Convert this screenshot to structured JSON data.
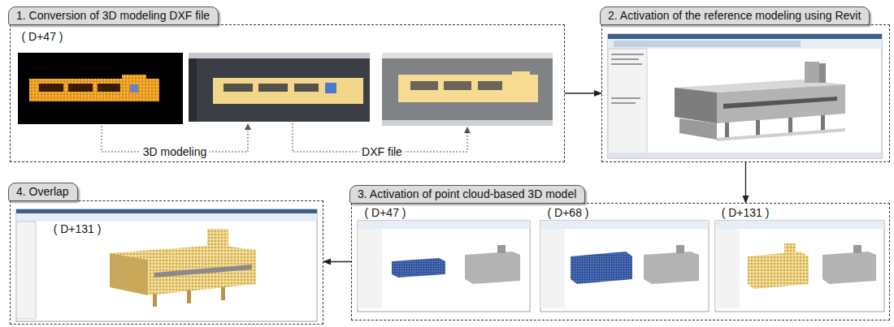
{
  "diagram": {
    "nodes": [
      {
        "text": [
          "1. Conversion of 3D modeling DXF file"
        ]
      },
      {
        "text": [
          "2. Activation of the reference modeling using Revit"
        ]
      },
      {
        "text": [
          "3. Activation of point cloud-based 3D model"
        ]
      },
      {
        "text": [
          "4. Overlap"
        ]
      }
    ],
    "edges": [
      {
        "from": 0,
        "to": 1,
        "arrow": "to"
      },
      {
        "from": 1,
        "to": 2,
        "arrow": "to"
      },
      {
        "from": 2,
        "to": 3,
        "arrow": "to"
      }
    ],
    "labels": [
      "( D+47 )",
      "3D modeling",
      "DXF file",
      "( D+47 )",
      "( D+68 )",
      "( D+131 )",
      "( D+131 )"
    ]
  }
}
